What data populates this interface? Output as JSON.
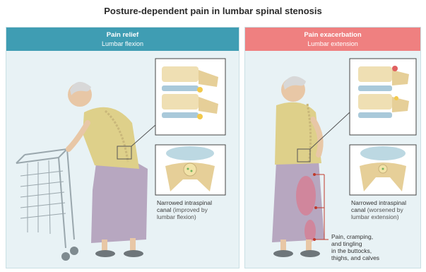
{
  "title": "Posture-dependent pain in lumbar spinal stenosis",
  "left_panel": {
    "heading": "Pain relief",
    "subheading": "Lumbar flexion",
    "caption_main_1": "Narrowed intraspinal",
    "caption_main_2": "canal",
    "caption_note_1": "(improved by",
    "caption_note_2": "lumbar flexion)"
  },
  "right_panel": {
    "heading": "Pain exacerbation",
    "subheading": "Lumbar extension",
    "caption_main_1": "Narrowed intraspinal",
    "caption_main_2": "canal",
    "caption_note_1": "(worsened by",
    "caption_note_2": "lumbar extension)",
    "pain_line_1": "Pain, cramping,",
    "pain_line_2": "and tingling",
    "pain_line_3": "in the buttocks,",
    "pain_line_4": "thighs, and calves"
  },
  "colors": {
    "relief_header": "#3f9db3",
    "exacerbation_header": "#ef8080",
    "panel_bg": "#e8f2f5"
  }
}
